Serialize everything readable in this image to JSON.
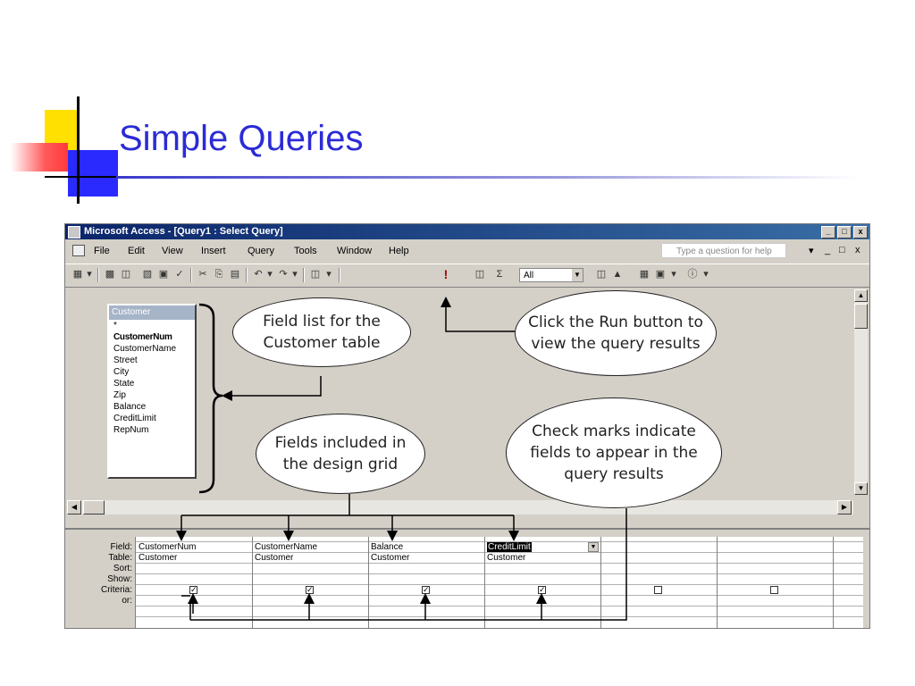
{
  "slide": {
    "title": "Simple Queries"
  },
  "window": {
    "title": "Microsoft Access - [Query1 : Select Query]",
    "controls": [
      "_",
      "□",
      "x"
    ]
  },
  "menu": {
    "items": [
      "File",
      "Edit",
      "View",
      "Insert",
      "Query",
      "Tools",
      "Window",
      "Help"
    ],
    "help_placeholder": "Type a question for help",
    "right_controls": [
      "▾",
      "_",
      "□",
      "x"
    ]
  },
  "toolbar": {
    "run_glyph": "!",
    "sigma_glyph": "Σ",
    "top_values": "All"
  },
  "field_list": {
    "title": "Customer",
    "items": [
      "*",
      "CustomerNum",
      "CustomerName",
      "Street",
      "City",
      "State",
      "Zip",
      "Balance",
      "CreditLimit",
      "RepNum"
    ]
  },
  "callouts": {
    "field_list": "Field list for the Customer table",
    "run": "Click the Run button to view the query results",
    "fields": "Fields included in the design grid",
    "checks": "Check marks indicate fields to appear in the query results"
  },
  "grid": {
    "row_labels": [
      "Field:",
      "Table:",
      "Sort:",
      "Show:",
      "Criteria:",
      "or:"
    ],
    "columns": [
      {
        "field": "CustomerNum",
        "table": "Customer",
        "show": true
      },
      {
        "field": "CustomerName",
        "table": "Customer",
        "show": true
      },
      {
        "field": "Balance",
        "table": "Customer",
        "show": true
      },
      {
        "field": "CreditLimit",
        "table": "Customer",
        "show": true
      },
      {
        "field": "",
        "table": "",
        "show": false
      },
      {
        "field": "",
        "table": "",
        "show": false
      }
    ]
  },
  "icons": {
    "check": "✓"
  }
}
